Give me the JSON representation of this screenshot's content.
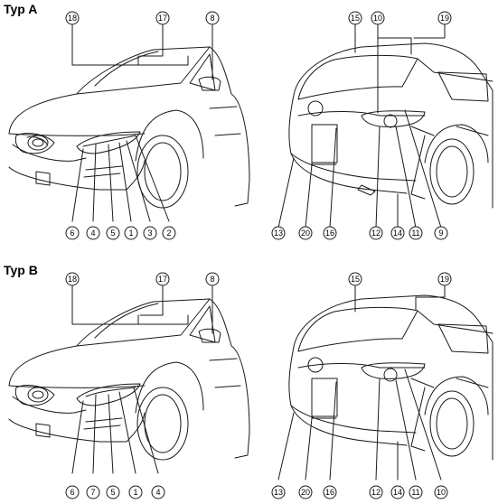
{
  "sections": [
    {
      "heading": "Typ A",
      "front_callouts": [
        "18",
        "17",
        "8",
        "6",
        "4",
        "5",
        "1",
        "3",
        "2"
      ],
      "rear_callouts": [
        "15",
        "10",
        "19",
        "13",
        "20",
        "16",
        "12",
        "14",
        "11",
        "9"
      ]
    },
    {
      "heading": "Typ B",
      "front_callouts": [
        "18",
        "17",
        "8",
        "6",
        "7",
        "5",
        "1",
        "4"
      ],
      "rear_callouts": [
        "15",
        "19",
        "13",
        "20",
        "16",
        "12",
        "14",
        "11",
        "10"
      ]
    }
  ],
  "colors": {
    "line": "#1a1a1a",
    "background": "#ffffff"
  }
}
